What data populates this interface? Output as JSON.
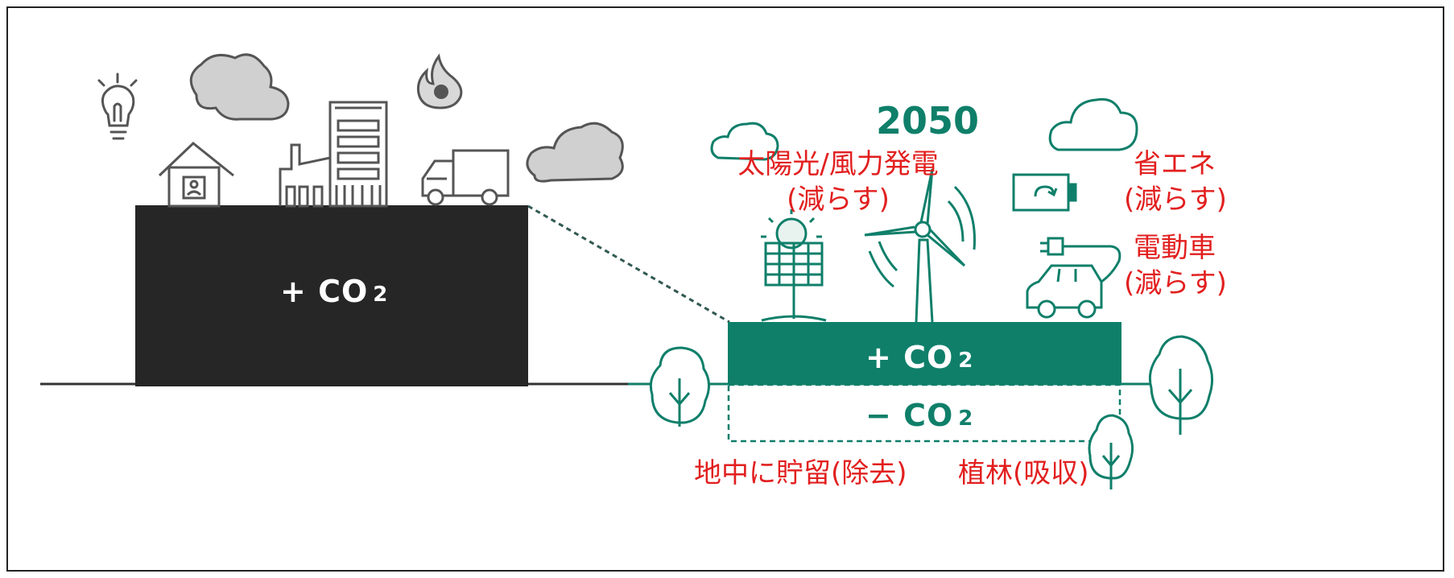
{
  "year": "2050",
  "left_block": {
    "plus": "+",
    "co2": "CO",
    "sub": "2"
  },
  "right_block": {
    "plus_row": {
      "sign": "+",
      "co2": "CO",
      "sub": "2"
    },
    "minus_row": {
      "sign": "−",
      "co2": "CO",
      "sub": "2"
    }
  },
  "labels": {
    "solar_wind": "太陽光/風力発電",
    "solar_wind_note": "(減らす)",
    "energy_saving": "省エネ",
    "energy_saving_note": "(減らす)",
    "ev": "電動車",
    "ev_note": "(減らす)",
    "underground_storage": "地中に貯留(除去)",
    "afforestation": "植林(吸収)"
  },
  "colors": {
    "dark_block": "#262626",
    "green": "#0f7f6a",
    "label_red": "#e21f1f",
    "cloud_gray": "#cfcfcf"
  },
  "icons": [
    "lightbulb-icon",
    "cloud-icon",
    "fire-icon",
    "house-icon",
    "factory-icon",
    "building-icon",
    "truck-icon",
    "solar-panel-icon",
    "wind-turbine-icon",
    "battery-icon",
    "electric-car-icon",
    "tree-icon"
  ]
}
